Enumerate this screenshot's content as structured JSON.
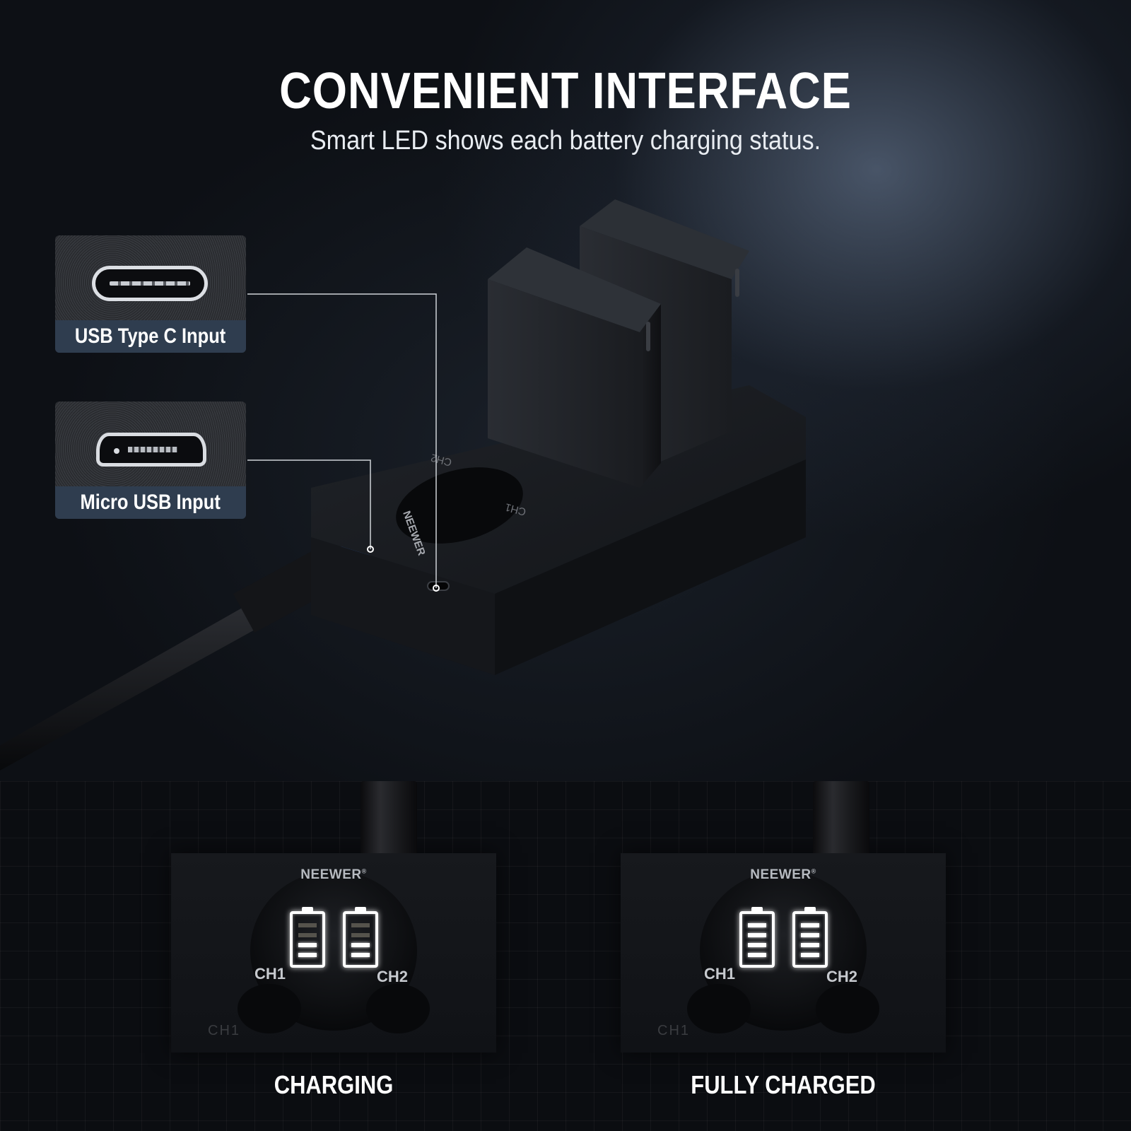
{
  "header": {
    "title": "CONVENIENT INTERFACE",
    "subtitle": "Smart LED shows each battery charging status."
  },
  "ports": [
    {
      "label": "USB Type C Input",
      "icon": "usb-c-port-icon"
    },
    {
      "label": "Micro USB Input",
      "icon": "micro-usb-port-icon"
    }
  ],
  "charger": {
    "brand": "NEEWER",
    "channel_1": "CH1",
    "channel_2": "CH2"
  },
  "states": [
    {
      "label": "CHARGING",
      "brand": "NEEWER",
      "ch1": "CH1",
      "ch2": "CH2",
      "slot": "CH1",
      "ch1_level": 0.5,
      "ch2_level": 0.5
    },
    {
      "label": "FULLY CHARGED",
      "brand": "NEEWER",
      "ch1": "CH1",
      "ch2": "CH2",
      "slot": "CH1",
      "ch1_level": 1,
      "ch2_level": 1
    }
  ],
  "colors": {
    "label_bg": "#2f3d4f",
    "background": "#0c0e12",
    "led": "#ffffff",
    "cable_tip": "#2f6fd6"
  }
}
